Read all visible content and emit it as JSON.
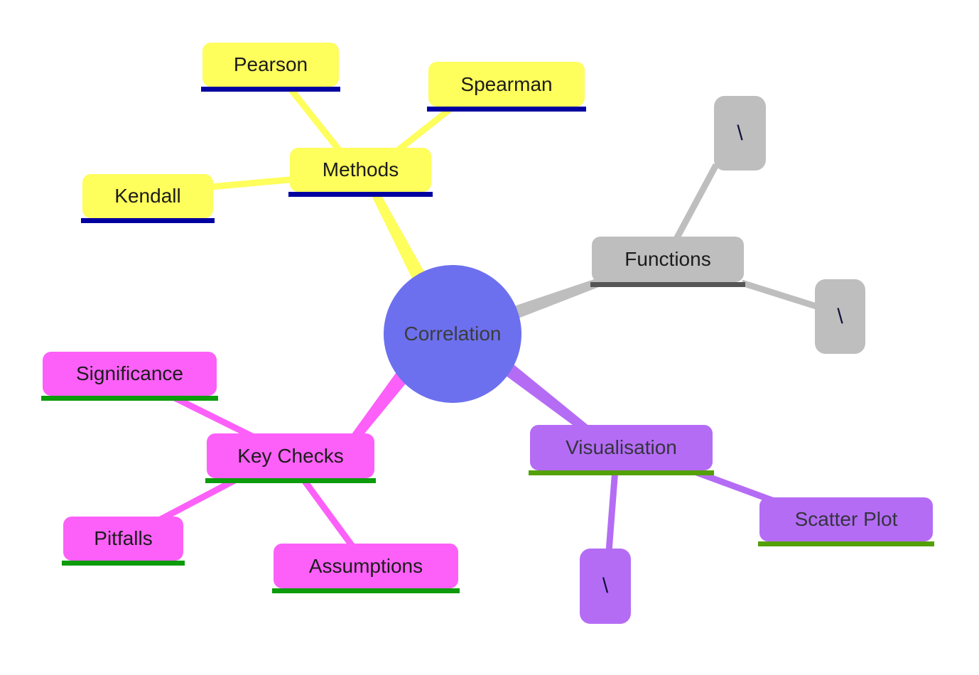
{
  "map": {
    "center": {
      "label": "Correlation",
      "fill": "#6C70EF",
      "text_color": "#3C3C3C"
    },
    "branches": [
      {
        "id": "methods",
        "label": "Methods",
        "fill": "#FEFE5C",
        "underline_color": "#0000A0",
        "children": [
          "Pearson",
          "Spearman",
          "Kendall"
        ]
      },
      {
        "id": "functions",
        "label": "Functions",
        "fill": "#BEBEBE",
        "underline_color": "#555555",
        "children": [
          "\\",
          "\\"
        ]
      },
      {
        "id": "key-checks",
        "label": "Key Checks",
        "fill": "#FC60F8",
        "underline_color": "#0B9B0B",
        "children": [
          "Significance",
          "Pitfalls",
          "Assumptions"
        ]
      },
      {
        "id": "visualisation",
        "label": "Visualisation",
        "fill": "#B56CF5",
        "underline_color": "#54A007",
        "children": [
          "Scatter Plot",
          "\\"
        ]
      }
    ]
  }
}
